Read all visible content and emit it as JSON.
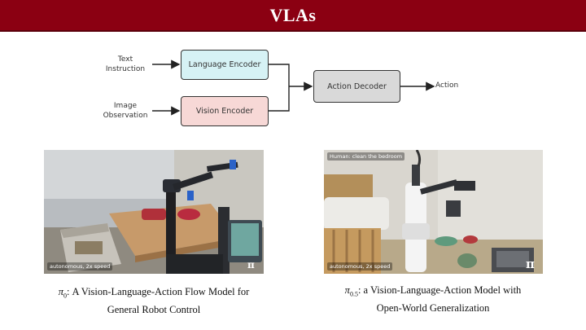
{
  "header": {
    "title": "VLAs"
  },
  "diagram": {
    "inputs": [
      {
        "label_line1": "Text",
        "label_line2": "Instruction"
      },
      {
        "label_line1": "Image",
        "label_line2": "Observation"
      }
    ],
    "language_encoder": "Language Encoder",
    "vision_encoder": "Vision Encoder",
    "action_decoder": "Action Decoder",
    "output": "Action",
    "colors": {
      "language": "#d6f2f5",
      "vision": "#f7d8d6",
      "decoder": "#d9d9d9"
    }
  },
  "examples": [
    {
      "overlay": "autonomous, 2x speed",
      "logo": "π",
      "caption_symbol": "π",
      "caption_sub": "0",
      "caption_line1": ": A Vision-Language-Action Flow Model for",
      "caption_line2": "General Robot Control"
    },
    {
      "overlay_top": "Human: clean the bedroom",
      "overlay": "autonomous, 2x speed",
      "logo": "π",
      "caption_symbol": "π",
      "caption_sub": "0.5",
      "caption_line1": ": a Vision-Language-Action Model with",
      "caption_line2": "Open-World Generalization"
    }
  ]
}
